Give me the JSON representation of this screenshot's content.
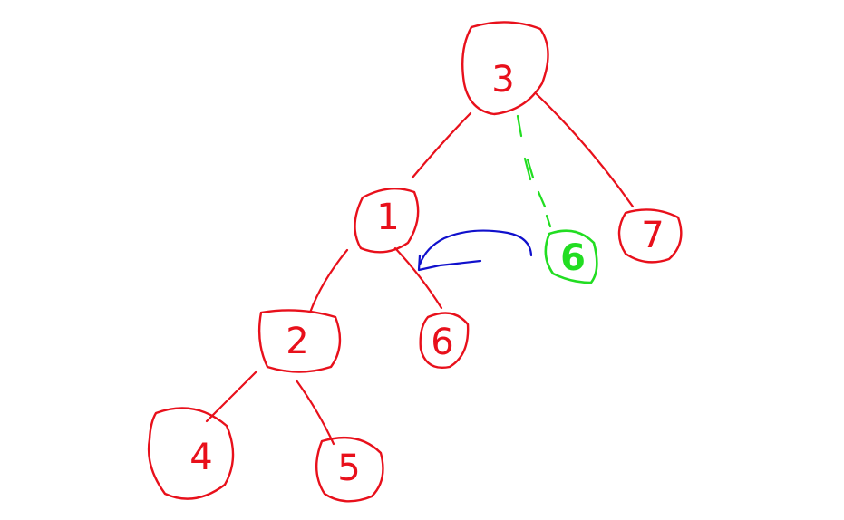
{
  "colors": {
    "tree": "#e8101b",
    "swapped": "#22dd22",
    "arrow": "#1010cc",
    "background": "#ffffff"
  },
  "nodes": [
    {
      "id": "n3",
      "label": "3",
      "role": "root"
    },
    {
      "id": "n1",
      "label": "1",
      "role": "internal"
    },
    {
      "id": "n7",
      "label": "7",
      "role": "leaf"
    },
    {
      "id": "n2",
      "label": "2",
      "role": "internal"
    },
    {
      "id": "n6a",
      "label": "6",
      "role": "leaf"
    },
    {
      "id": "n4",
      "label": "4",
      "role": "leaf"
    },
    {
      "id": "n5",
      "label": "5",
      "role": "leaf"
    },
    {
      "id": "n6b",
      "label": "6",
      "role": "moved"
    }
  ],
  "edges": [
    {
      "from": "3",
      "to": "1",
      "style": "solid"
    },
    {
      "from": "3",
      "to": "7",
      "style": "solid"
    },
    {
      "from": "3",
      "to": "6",
      "style": "dashed"
    },
    {
      "from": "1",
      "to": "2",
      "style": "solid"
    },
    {
      "from": "1",
      "to": "6",
      "style": "solid"
    },
    {
      "from": "2",
      "to": "4",
      "style": "solid"
    },
    {
      "from": "2",
      "to": "5",
      "style": "solid"
    }
  ],
  "arrow": {
    "from": "6",
    "to": "1",
    "style": "curved"
  }
}
